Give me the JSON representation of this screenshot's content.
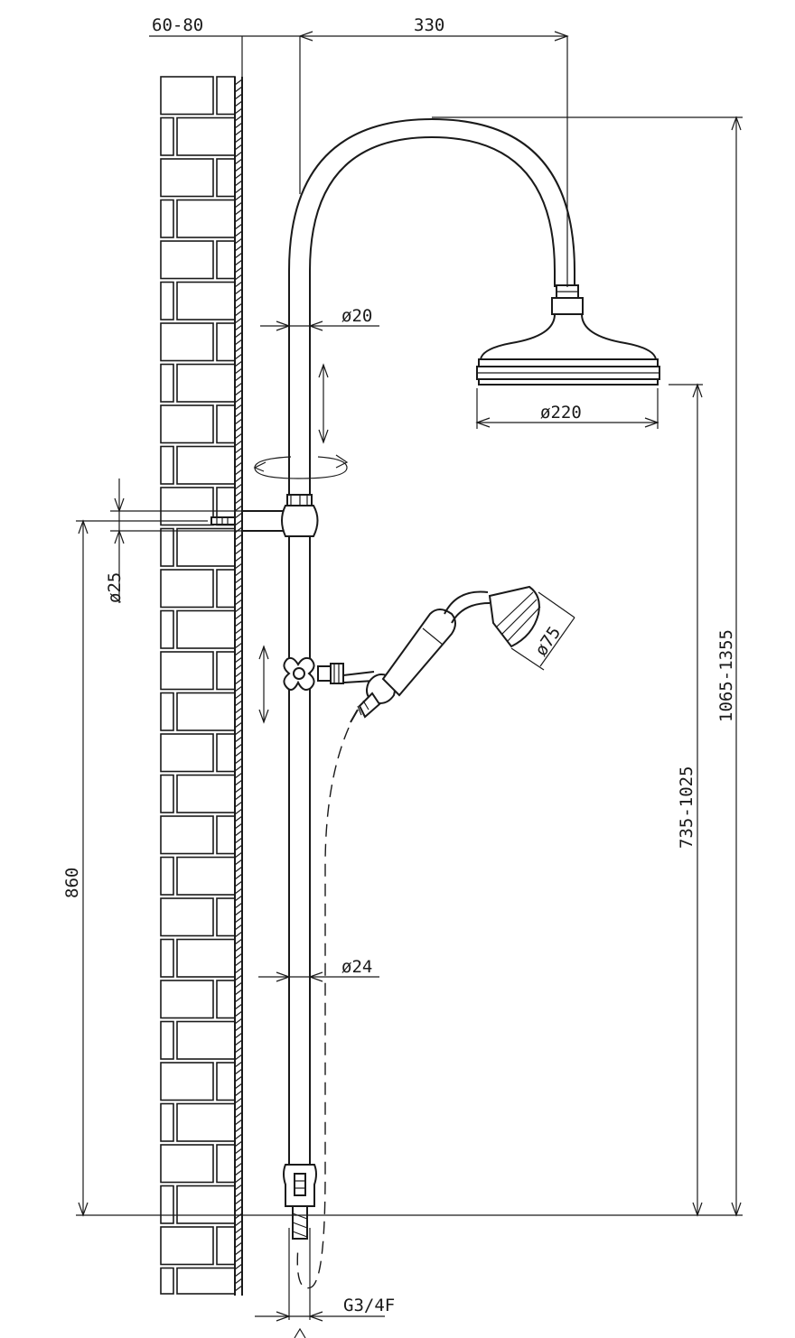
{
  "dimensions": {
    "wall_offset": "60-80",
    "arm_reach": "330",
    "arm_pipe_diameter": "ø20",
    "head_diameter": "ø220",
    "bracket_diameter": "ø25",
    "handset_diameter": "ø75",
    "column_height": "1065-1355",
    "head_height": "735-1025",
    "bracket_height": "860",
    "riser_diameter": "ø24",
    "inlet_thread": "G3/4F"
  },
  "colors": {
    "line": "#1a1a1a",
    "background": "#ffffff"
  }
}
